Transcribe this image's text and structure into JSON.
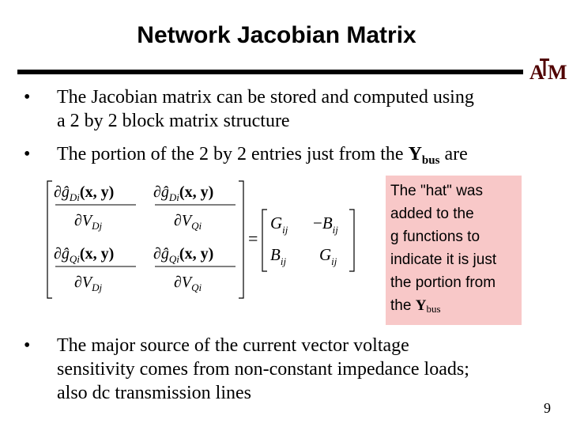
{
  "slide": {
    "title": "Network Jacobian Matrix",
    "page_number": "9"
  },
  "bullets": [
    {
      "marker": "•",
      "lines": [
        "The Jacobian matrix can be stored and computed using",
        "a 2 by 2 block matrix structure"
      ]
    },
    {
      "marker": "•",
      "pre": "The portion of the 2 by 2 entries just from the ",
      "y_letter": "Y",
      "y_sub": "bus",
      "post": " are"
    },
    {
      "marker": "•",
      "lines": [
        "The major source of the current vector voltage",
        "sensitivity comes from non-constant impedance loads;",
        "also dc transmission lines"
      ]
    }
  ],
  "note": {
    "lines": [
      "The \"hat\" was",
      "added to the",
      "g functions to",
      "indicate it is just",
      "the portion from"
    ],
    "last_pre": "the ",
    "last_y": "Y",
    "last_sub": "bus",
    "bg_color": "#f8c8c8"
  },
  "equation": {
    "g_hat": "ĝ",
    "partial": "∂",
    "sub_D": "D",
    "sub_Q": "Q",
    "sub_i": "i",
    "sub_j": "j",
    "sub_ij": "ij",
    "args": "(x, y)",
    "V": "V",
    "G": "G",
    "B": "B",
    "minus": "−",
    "equals": "="
  },
  "logo": {
    "letters": "ATM",
    "color": "#500000"
  }
}
